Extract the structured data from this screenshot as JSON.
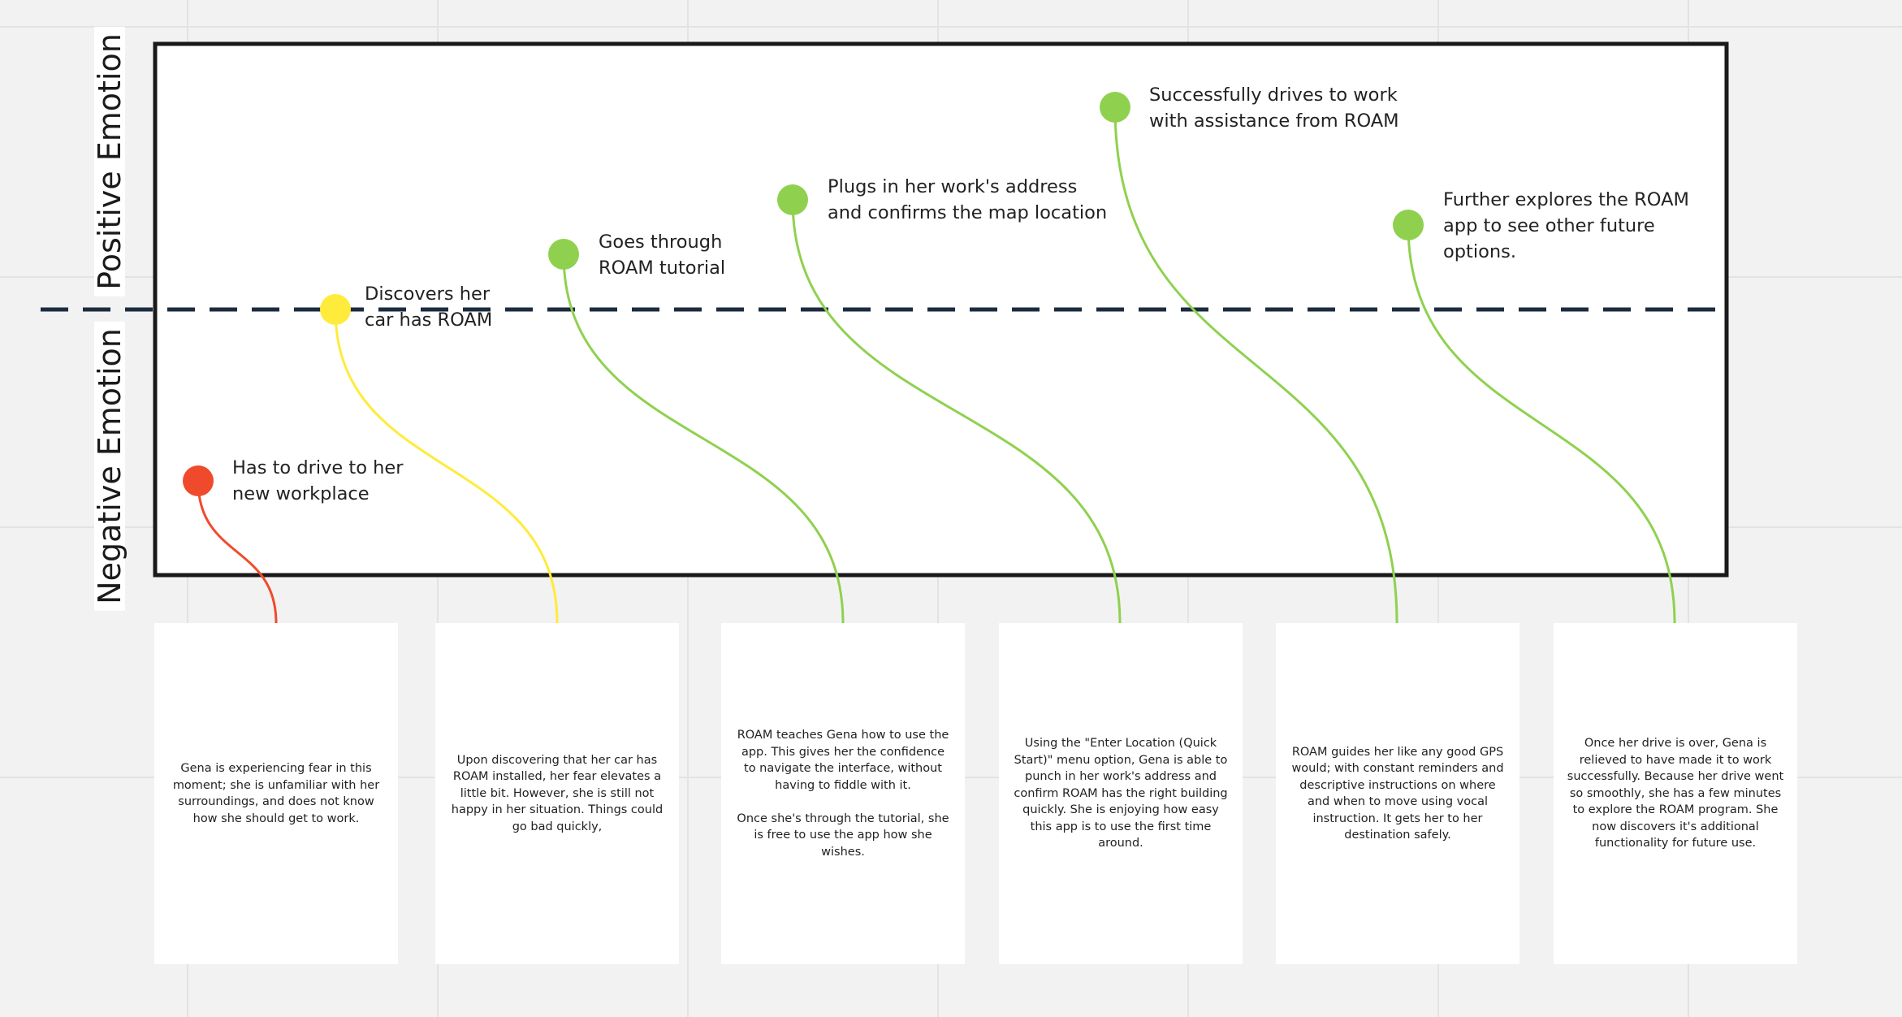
{
  "axis": {
    "positive_label": "Positive Emotion",
    "negative_label": "Negative Emotion"
  },
  "colors": {
    "negative": "#f04a2c",
    "neutral": "#ffeb3b",
    "positive": "#8fd14f",
    "frame": "#1a1a1a",
    "baseline": "#1c2b3f"
  },
  "events": [
    {
      "label": "Has to drive to her\nnew workplace",
      "emotion": "negative",
      "card": "Gena is experiencing fear in this moment; she is unfamiliar with her surroundings, and does not know how she should get to work."
    },
    {
      "label": "Discovers her\ncar has ROAM",
      "emotion": "neutral",
      "card": "Upon discovering that her car has ROAM installed, her fear elevates a little bit. However, she is still not happy in her situation. Things could go bad quickly,"
    },
    {
      "label": "Goes through\nROAM tutorial",
      "emotion": "positive",
      "card": "ROAM teaches Gena how to use the app. This gives her the confidence to navigate the interface, without having to fiddle with it.\n\nOnce she's through the tutorial, she is free to use the app how she wishes."
    },
    {
      "label": "Plugs in her work's address\nand confirms the map location",
      "emotion": "positive",
      "card": "Using the \"Enter Location (Quick Start)\" menu option, Gena is able to punch in her work's address and confirm ROAM has the right building quickly. She is enjoying how easy this app is to use the first time around."
    },
    {
      "label": "Successfully drives to work\nwith assistance from ROAM",
      "emotion": "positive",
      "card": "ROAM guides her like any good GPS would; with constant reminders and descriptive instructions on where and when to move using vocal instruction. It gets her to her destination safely."
    },
    {
      "label": "Further explores the ROAM\napp to see other future\noptions.",
      "emotion": "positive",
      "card": "Once her drive is over, Gena is relieved to have made it to work successfully. Because her drive went so smoothly, she has a few minutes to explore the ROAM program. She now discovers it's additional functionality for future use."
    }
  ]
}
